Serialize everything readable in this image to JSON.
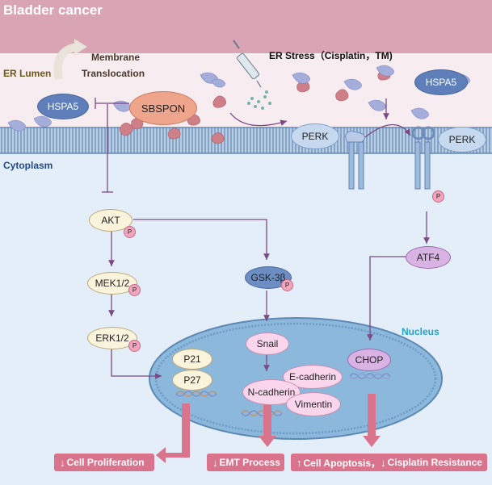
{
  "title": "Bladder cancer",
  "regions": {
    "er_lumen": "ER Lumen",
    "cytoplasm": "Cytoplasm",
    "nucleus": "Nucleus"
  },
  "labels": {
    "membrane_line1": "Membrane",
    "membrane_line2": "Translocation",
    "er_stress": "ER Stress（Cisplatin，TM)"
  },
  "nodes": {
    "hspa5_left": "HSPA5",
    "sbspon": "SBSPON",
    "hspa5_right": "HSPA5",
    "perk_left": "PERK",
    "perk_right": "PERK",
    "akt": "AKT",
    "mek": "MEK1/2",
    "erk": "ERK1/2",
    "gsk": "GSK-3β",
    "atf4": "ATF4",
    "p21": "P21",
    "p27": "P27",
    "snail": "Snail",
    "ecadherin": "E-cadherin",
    "ncadherin": "N-cadherin",
    "vimentin": "Vimentin",
    "chop": "CHOP"
  },
  "phospho": "P",
  "outcomes": {
    "proliferation": {
      "arrow": "↓",
      "text": "Cell Proliferation"
    },
    "emt": {
      "arrow": "↓",
      "text": "EMT Process"
    },
    "apoptosis": {
      "arrow1": "↑",
      "text1": "Cell Apoptosis，",
      "arrow2": "↓",
      "text2": "Cisplatin Resistance"
    }
  },
  "colors": {
    "top_band": "#d9a4b4",
    "er_lumen_bg": "#f7ecef",
    "membrane": "#6e95c0",
    "cytoplasm": "#e4eef8",
    "nucleus": "#8cb8dc",
    "arrow": "#7a4a86",
    "outcome": "#d9748c"
  }
}
